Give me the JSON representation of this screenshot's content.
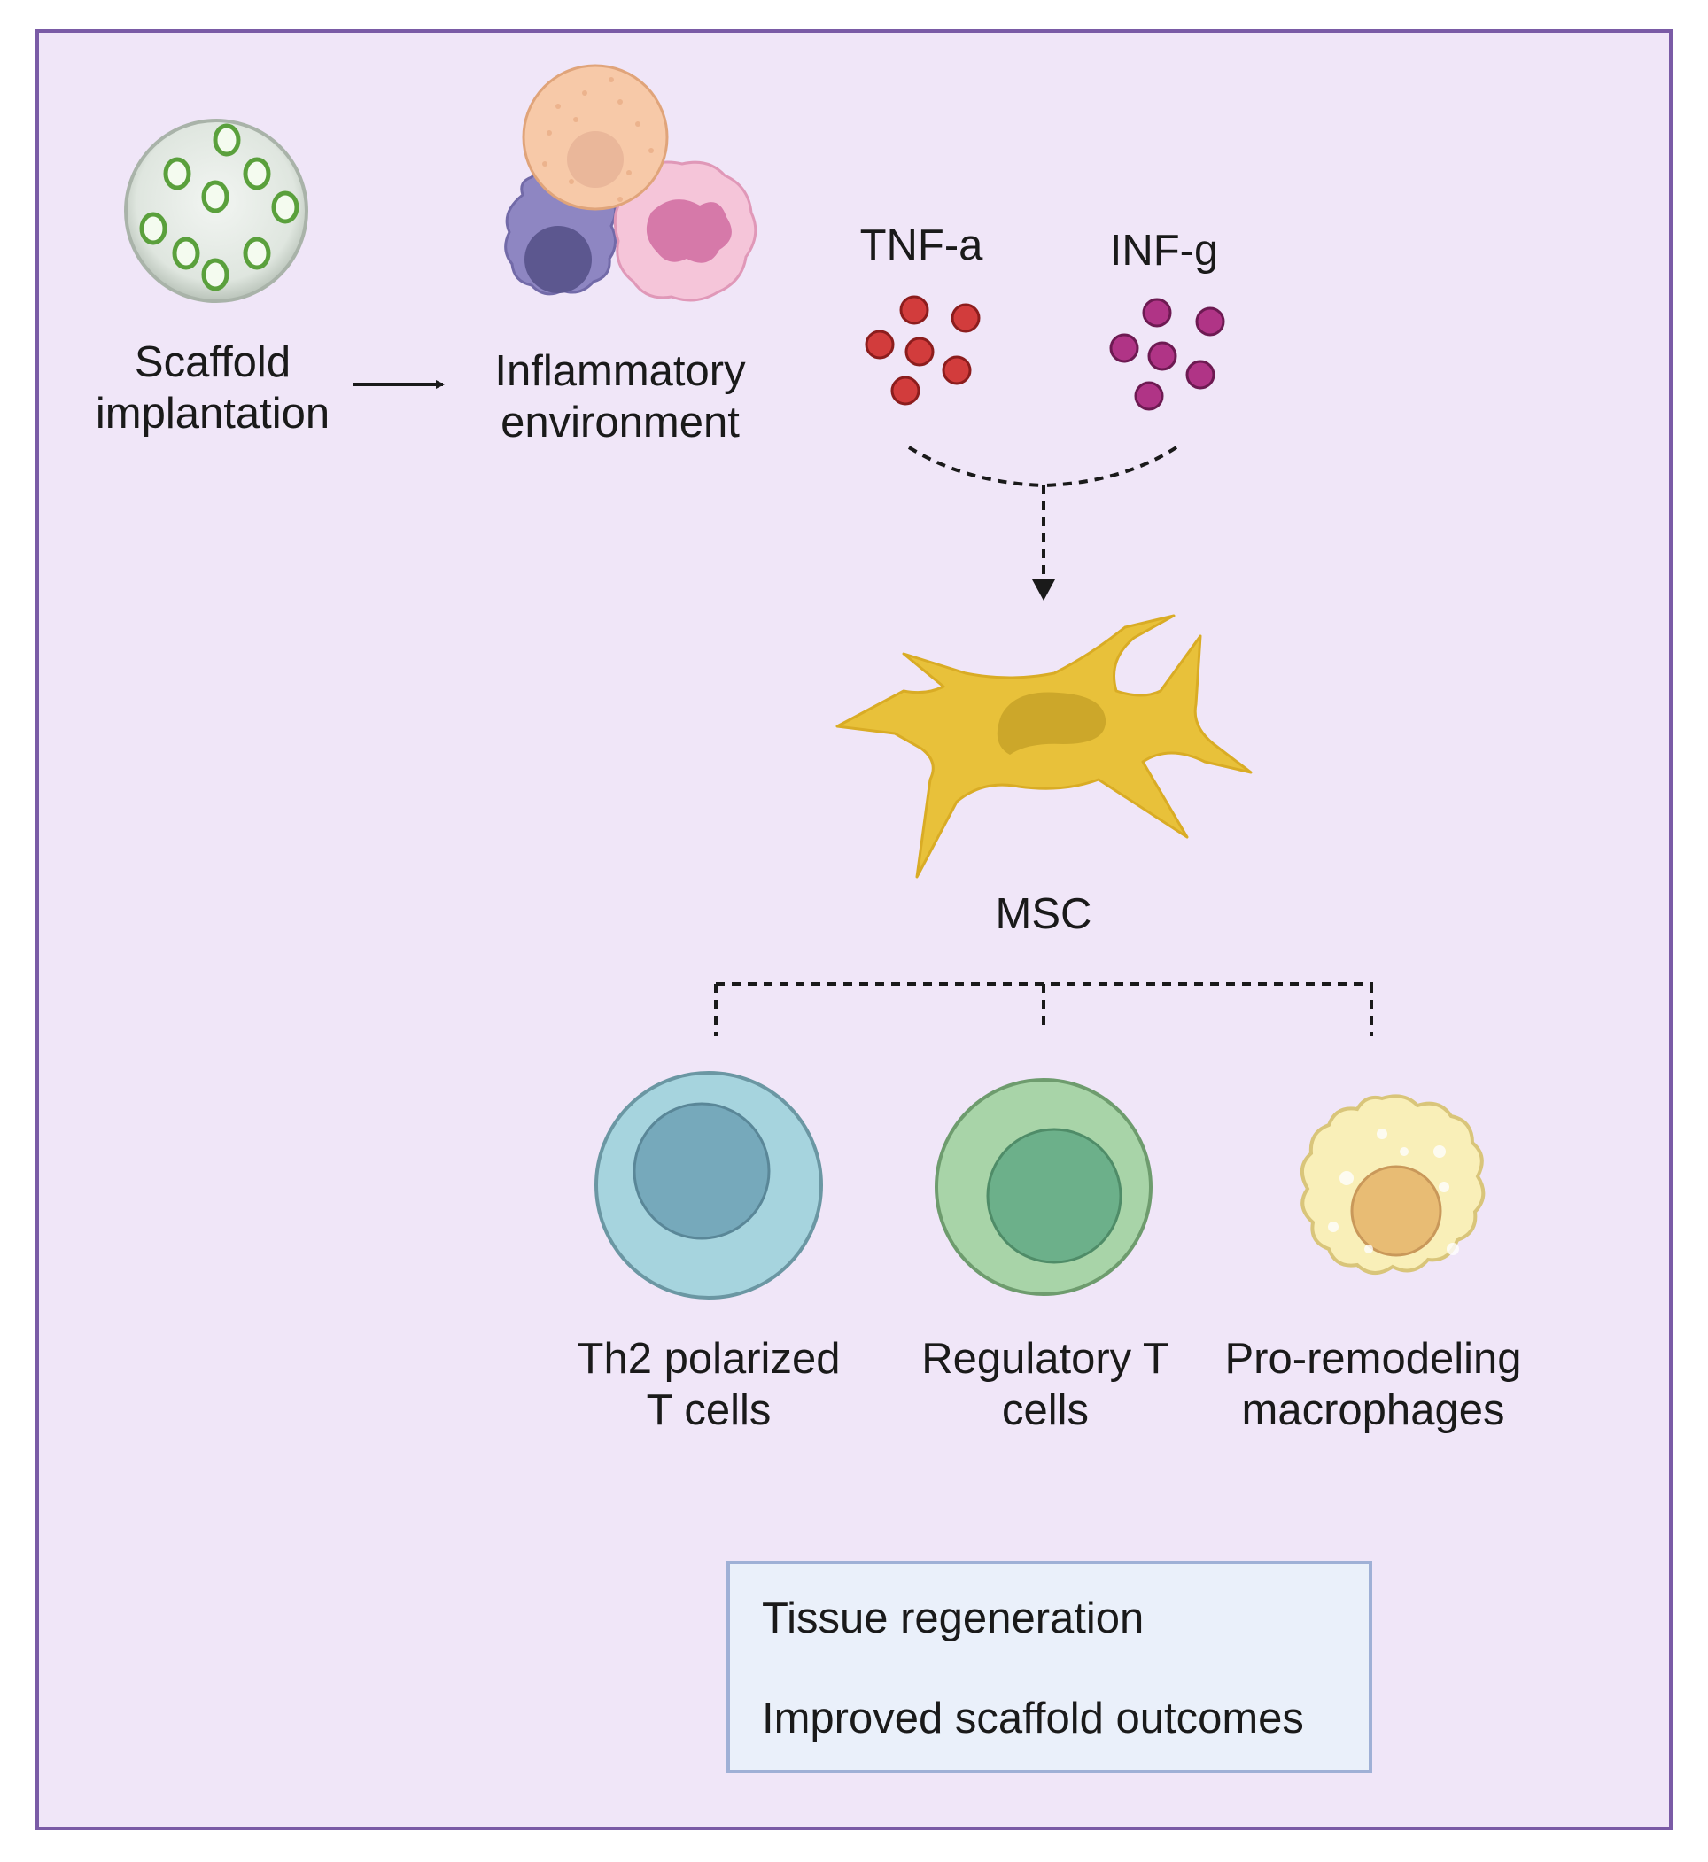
{
  "labels": {
    "scaffold": "Scaffold\nimplantation",
    "inflammatory": "Inflammatory\nenvironment",
    "tnf": "TNF-a",
    "inf": "INF-g",
    "msc": "MSC",
    "th2": "Th2 polarized\nT cells",
    "treg": "Regulatory T\ncells",
    "macrophages": "Pro-remodeling\nmacrophages"
  },
  "outcomes": [
    "Tissue regeneration",
    "Improved scaffold outcomes"
  ],
  "colors": {
    "panel_bg": "#f0e6f8",
    "panel_border": "#7a5ba6",
    "tnf_dots": "#d23c3c",
    "inf_dots": "#b03486",
    "msc": "#e8c13a",
    "th2_cell": "#a6d4de",
    "treg_cell": "#a8d4a8",
    "macrophage": "#f9efb8"
  }
}
